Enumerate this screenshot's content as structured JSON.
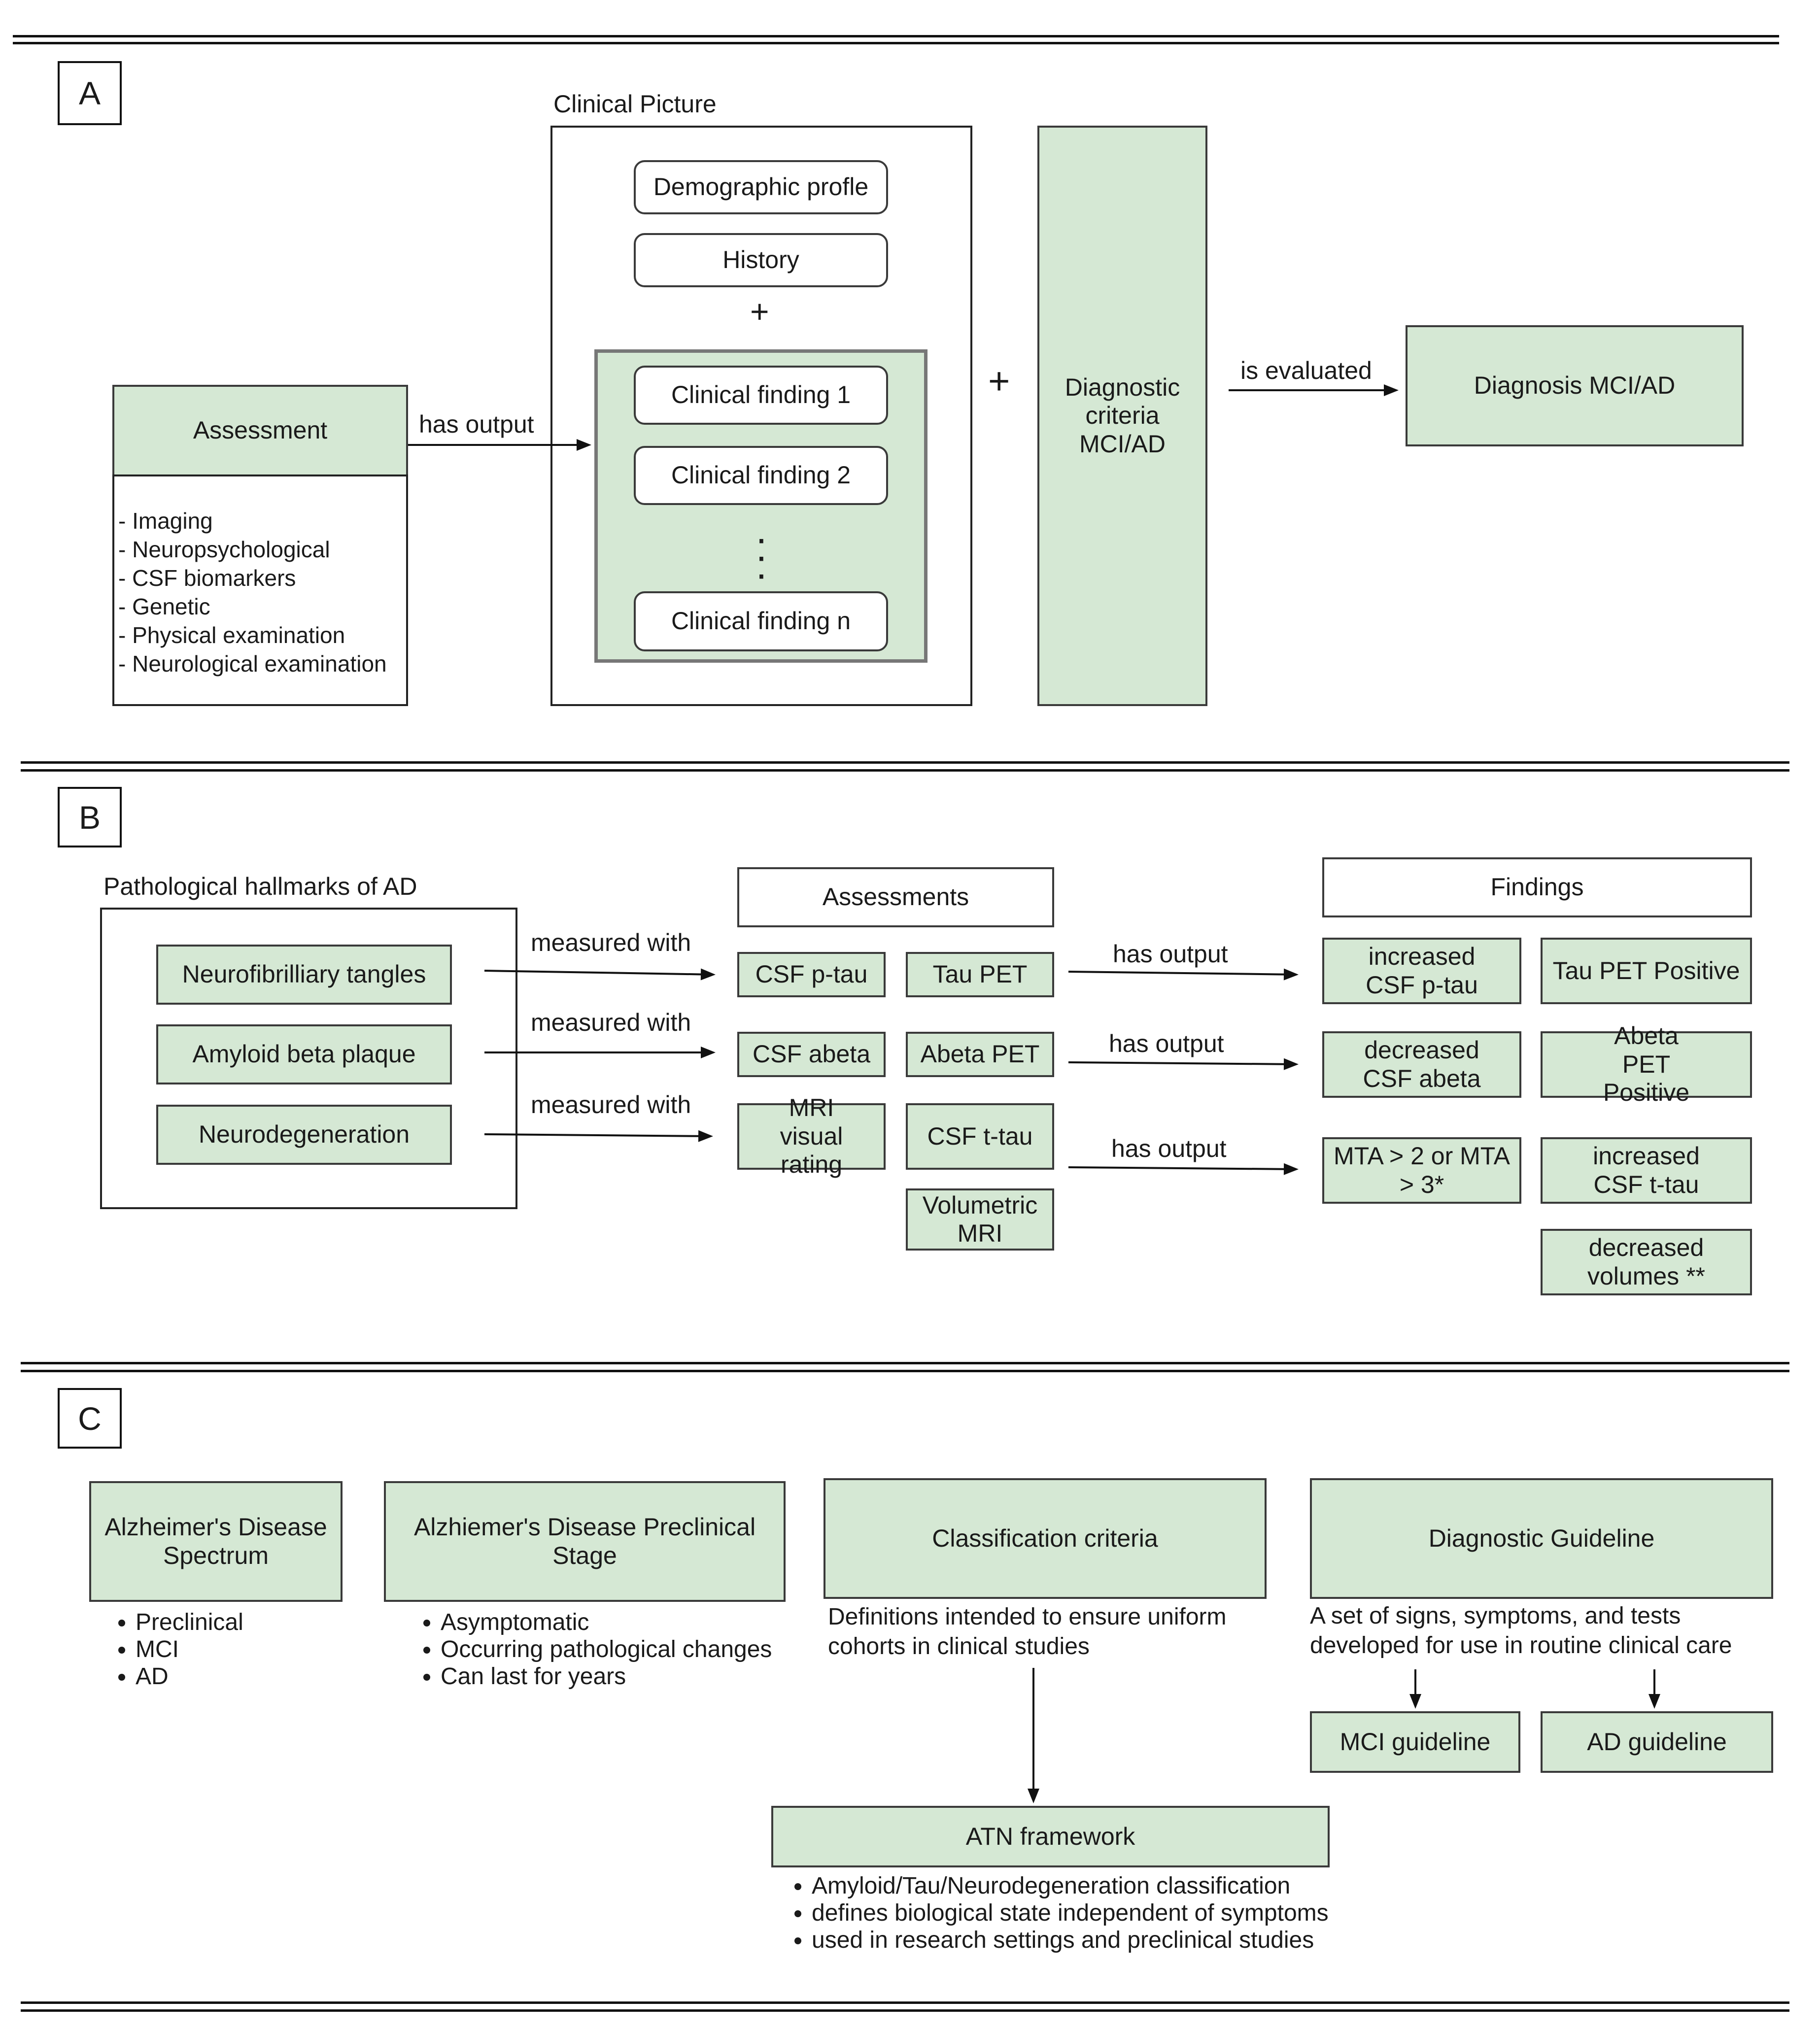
{
  "panels": {
    "a": {
      "label": "A",
      "assessment": {
        "title": "Assessment",
        "items": [
          "- Imaging",
          "- Neuropsychological",
          "- CSF biomarkers",
          "- Genetic",
          "- Physical examination",
          "- Neurological examination"
        ]
      },
      "has_output": "has output",
      "clinical_picture": {
        "title": "Clinical Picture",
        "demographic": "Demographic profle",
        "history": "History",
        "plus": "+",
        "findings": [
          "Clinical finding 1",
          "Clinical finding 2",
          "Clinical finding n"
        ]
      },
      "plus": "+",
      "diagnostic_criteria": "Diagnostic criteria MCI/AD",
      "is_evaluated": "is evaluated",
      "diagnosis": "Diagnosis MCI/AD"
    },
    "b": {
      "label": "B",
      "hallmarks_title": "Pathological hallmarks of AD",
      "hallmarks": [
        "Neurofibrilliary tangles",
        "Amyloid beta plaque",
        "Neurodegeneration"
      ],
      "measured_with": [
        "measured with",
        "measured with",
        "measured with"
      ],
      "assessments_title": "Assessments",
      "assessments": {
        "csf_ptau": "CSF p-tau",
        "tau_pet": "Tau PET",
        "csf_abeta": "CSF abeta",
        "abeta_pet": "Abeta PET",
        "mri_visual": "MRI visual rating",
        "csf_ttau": "CSF t-tau",
        "volumetric_mri": "Volumetric MRI"
      },
      "has_output": [
        "has output",
        "has output",
        "has output"
      ],
      "findings_title": "Findings",
      "findings": {
        "increased_csf_ptau": "increased CSF p-tau",
        "tau_pet_positive": "Tau PET Positive",
        "decreased_csf_abeta": "decreased CSF abeta",
        "abeta_pet_positive": "Abeta PET Positive",
        "mta": "MTA > 2 or MTA > 3*",
        "increased_csf_ttau": "increased CSF t-tau",
        "decreased_volumes": "decreased volumes **"
      }
    },
    "c": {
      "label": "C",
      "ad_spectrum": {
        "title": "Alzheimer's Disease Spectrum",
        "bullets": [
          "Preclinical",
          "MCI",
          "AD"
        ]
      },
      "preclinical_stage": {
        "title": "Alzhiemer's Disease Preclinical Stage",
        "bullets": [
          "Asymptomatic",
          "Occurring pathological changes",
          "Can last for years"
        ]
      },
      "classification_criteria": {
        "title": "Classification criteria",
        "description_lines": [
          "Definitions intended to ensure uniform",
          "cohorts in clinical studies"
        ]
      },
      "atn_framework": {
        "title": "ATN framework",
        "bullets": [
          "Amyloid/Tau/Neurodegeneration classification",
          "defines biological state independent of symptoms",
          "used in research settings and preclinical studies"
        ]
      },
      "diagnostic_guideline": {
        "title": "Diagnostic Guideline",
        "description_lines": [
          "A set of signs, symptoms, and tests",
          "developed for use in routine clinical care"
        ]
      },
      "mci_guideline": "MCI guideline",
      "ad_guideline": "AD guideline"
    }
  }
}
